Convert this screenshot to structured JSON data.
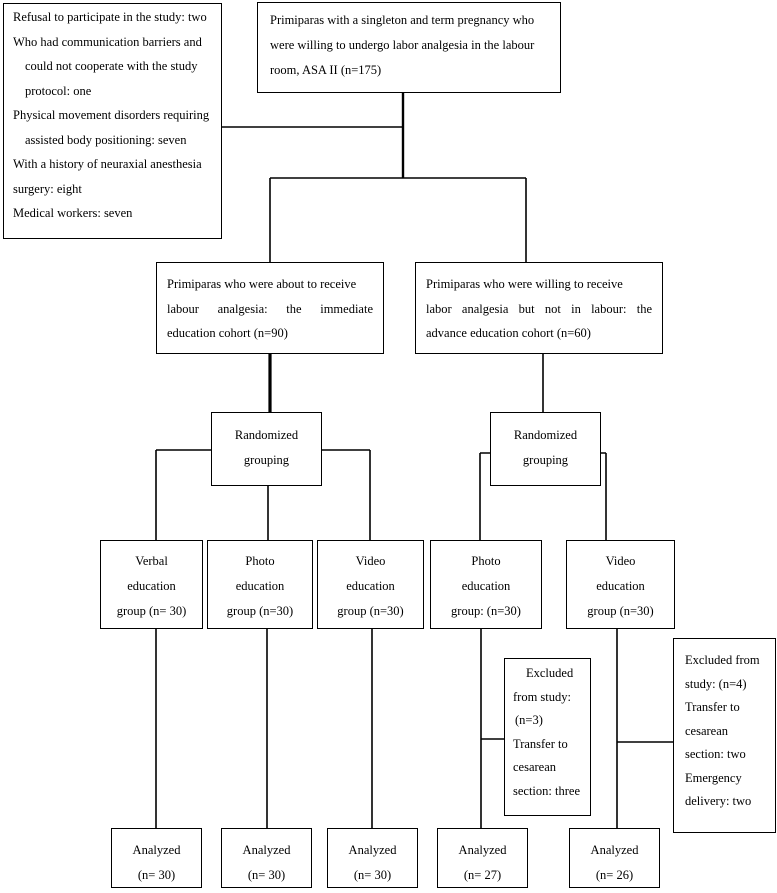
{
  "exclusions": {
    "lines": [
      "Refusal to participate in the study: two",
      "Who had communication barriers and",
      "could not cooperate with the study",
      "protocol: one",
      "Physical movement disorders requiring",
      "assisted body positioning: seven",
      "With a history of neuraxial anesthesia",
      "surgery: eight",
      "Medical workers: seven"
    ]
  },
  "top": {
    "lines": [
      "Primiparas with a singleton and term pregnancy who",
      "were willing to undergo labor analgesia in the labour",
      "room, ASA II (n=175)"
    ]
  },
  "cohorts": {
    "immediate": {
      "lines": [
        "Primiparas who were about to receive",
        "labour analgesia: the immediate",
        "education cohort (n=90)"
      ]
    },
    "advance": {
      "lines": [
        "Primiparas who were willing to receive",
        "labor analgesia but not in labour: the",
        "advance education cohort (n=60)"
      ]
    }
  },
  "randomized": {
    "lines": [
      "Randomized",
      "grouping"
    ]
  },
  "groups": [
    {
      "lines": [
        "Verbal",
        "education",
        "group (n= 30)"
      ]
    },
    {
      "lines": [
        "Photo",
        "education",
        "group (n=30)"
      ]
    },
    {
      "lines": [
        "Video",
        "education",
        "group (n=30)"
      ]
    },
    {
      "lines": [
        "Photo",
        "education",
        "group: (n=30)"
      ]
    },
    {
      "lines": [
        "Video",
        "education",
        "group (n=30)"
      ]
    }
  ],
  "excluded_photo": {
    "lines": [
      "Excluded",
      "from study:",
      "(n=3)",
      "Transfer to",
      "cesarean",
      "section: three"
    ]
  },
  "excluded_video": {
    "lines": [
      "Excluded from",
      "study: (n=4)",
      "Transfer to",
      "cesarean",
      "section: two",
      "Emergency",
      "delivery: two"
    ]
  },
  "analyzed": [
    {
      "label": "Analyzed",
      "n": "(n= 30)"
    },
    {
      "label": "Analyzed",
      "n": "(n= 30)"
    },
    {
      "label": "Analyzed",
      "n": "(n= 30)"
    },
    {
      "label": "Analyzed",
      "n": "(n= 27)"
    },
    {
      "label": "Analyzed",
      "n": "(n= 26)"
    }
  ]
}
